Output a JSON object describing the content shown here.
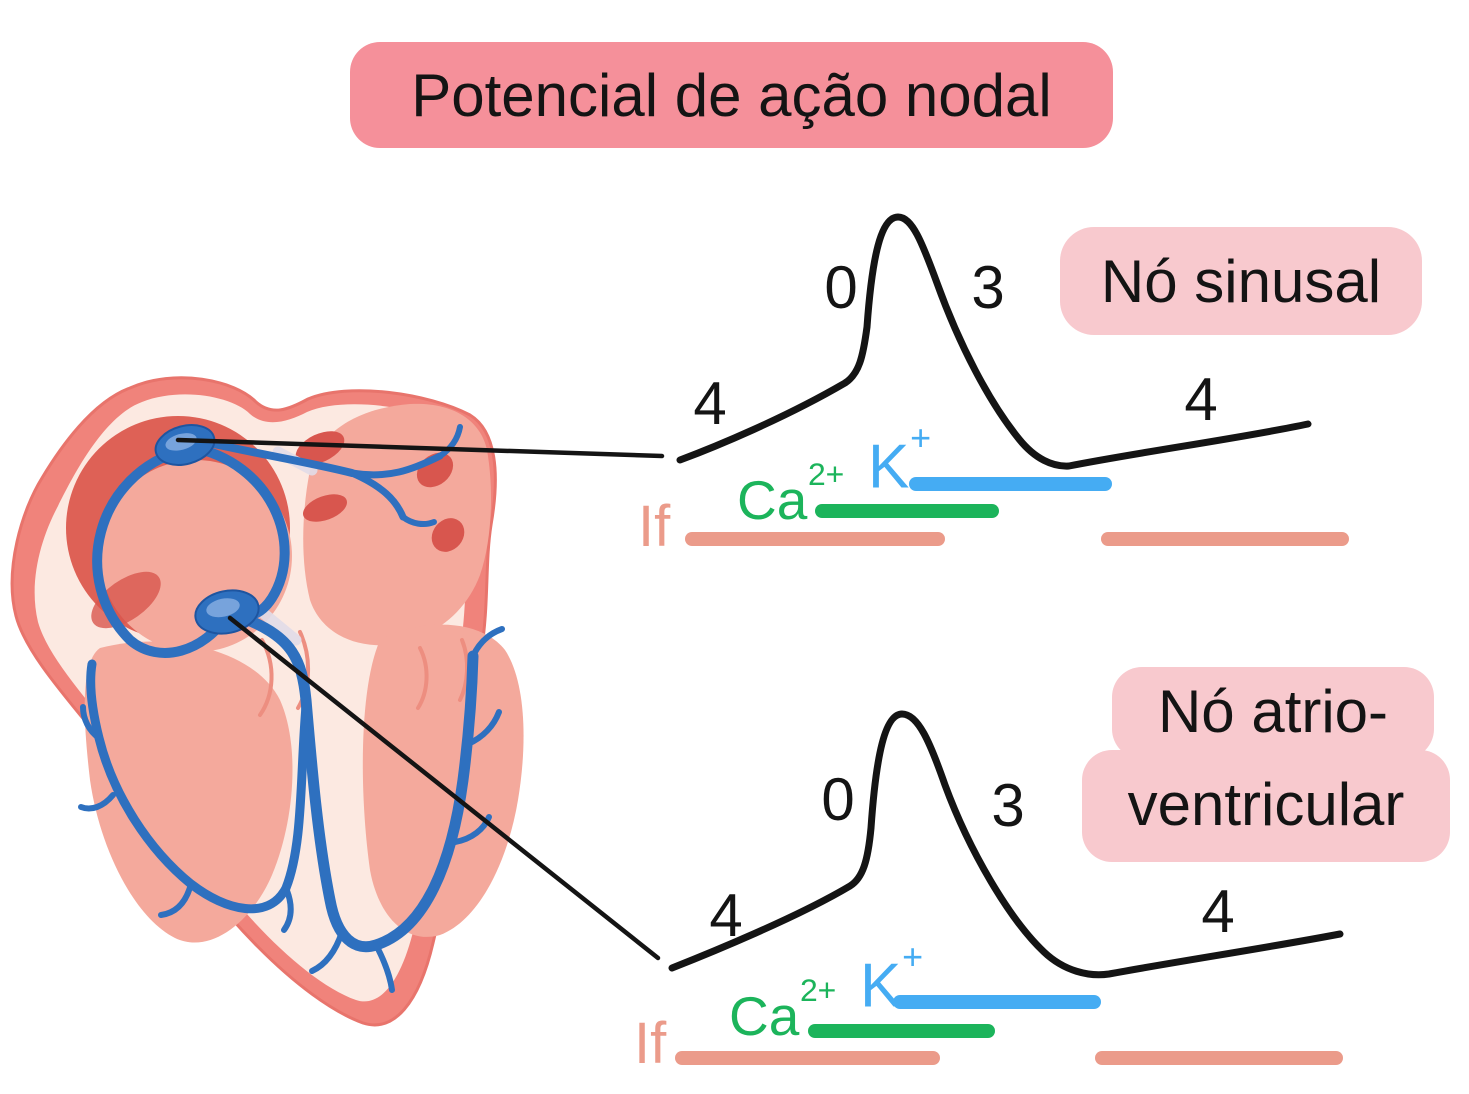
{
  "title": "Potencial de ação nodal",
  "colors": {
    "title_pill": "#F5909A",
    "label_pill": "#F8C9CE",
    "curve": "#141414",
    "text": "#141414",
    "potassium": "#45ACF3",
    "calcium": "#1CB45B",
    "funny_current": "#EB9B8A",
    "heart_outer": "#F0837B",
    "heart_inner": "#FCE9E1",
    "heart_chamber": "#F4A99C",
    "heart_dark_red": "#DE6156",
    "heart_spot": "#D8564E",
    "conduction_blue": "#2E70BF"
  },
  "charts": [
    {
      "id": "sinus",
      "label": "Nó sinusal",
      "phases": {
        "p0": "0",
        "p3": "3",
        "p4a": "4",
        "p4b": "4"
      },
      "ions": {
        "if": "If",
        "ca": "Ca",
        "ca_sup": "2+",
        "k": "K",
        "k_sup": "+"
      }
    },
    {
      "id": "av",
      "label_line1": "Nó atrio-",
      "label_line2": "ventricular",
      "phases": {
        "p0": "0",
        "p3": "3",
        "p4a": "4",
        "p4b": "4"
      },
      "ions": {
        "if": "If",
        "ca": "Ca",
        "ca_sup": "2+",
        "k": "K",
        "k_sup": "+"
      }
    }
  ]
}
